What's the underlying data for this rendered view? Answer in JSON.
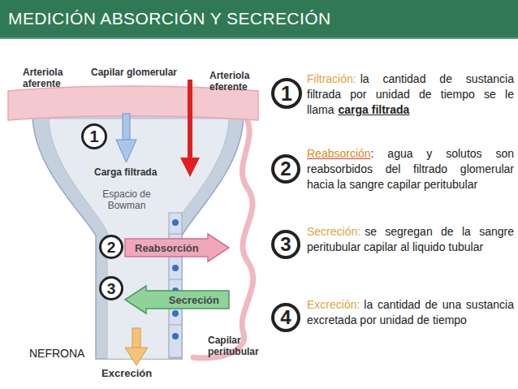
{
  "diagram": {
    "title": "MEDICIÓN ABSORCIÓN Y SECRECIÓN",
    "nodes": [
      {
        "text": [
          "1"
        ]
      },
      {
        "text": [
          "2"
        ]
      },
      {
        "text": [
          "Reabsorción"
        ]
      },
      {
        "text": [
          "3"
        ]
      },
      {
        "text": [
          "Secreción"
        ]
      },
      {
        "text": [
          "1"
        ]
      },
      {
        "text": [
          "2"
        ]
      },
      {
        "text": [
          "3"
        ]
      },
      {
        "text": [
          "4"
        ]
      }
    ],
    "labels": [
      "Arteriola aferente",
      "Capilar glomerular",
      "Arteriola eferente",
      "Carga filtrada",
      "Espacio de Bowman",
      "Capilar peritubular",
      "Excreción",
      "NEFRONA",
      "Filtración:",
      "la cantidad de sustancia filtrada por unidad de tiempo se le llama",
      "carga filtrada",
      "Reabsorción",
      ": agua y solutos son reabsorbidos del filtrado glomerular hacia la sangre capilar peritubular",
      "Secreción:",
      "se segregan de la sangre peritubular capilar al liquido tubular",
      "Excreción:",
      "la cantidad de una sustancia excretada por unidad de tiempo"
    ]
  }
}
